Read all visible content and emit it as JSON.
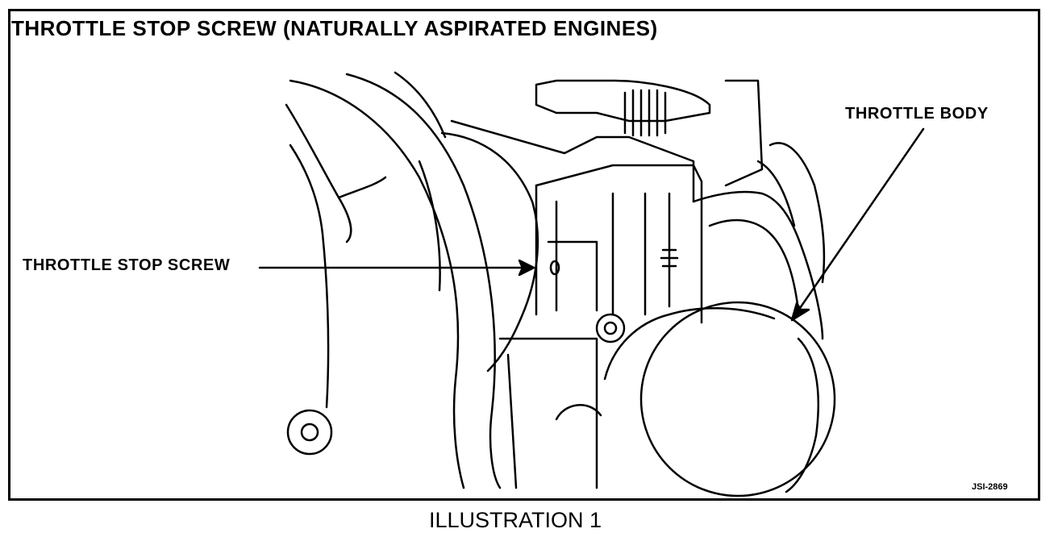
{
  "title": "THROTTLE STOP SCREW (NATURALLY ASPIRATED ENGINES)",
  "callouts": {
    "throttle_stop_screw": "THROTTLE STOP SCREW",
    "throttle_body": "THROTTLE BODY"
  },
  "figure_id": "JSI-2869",
  "caption": "ILLUSTRATION 1"
}
